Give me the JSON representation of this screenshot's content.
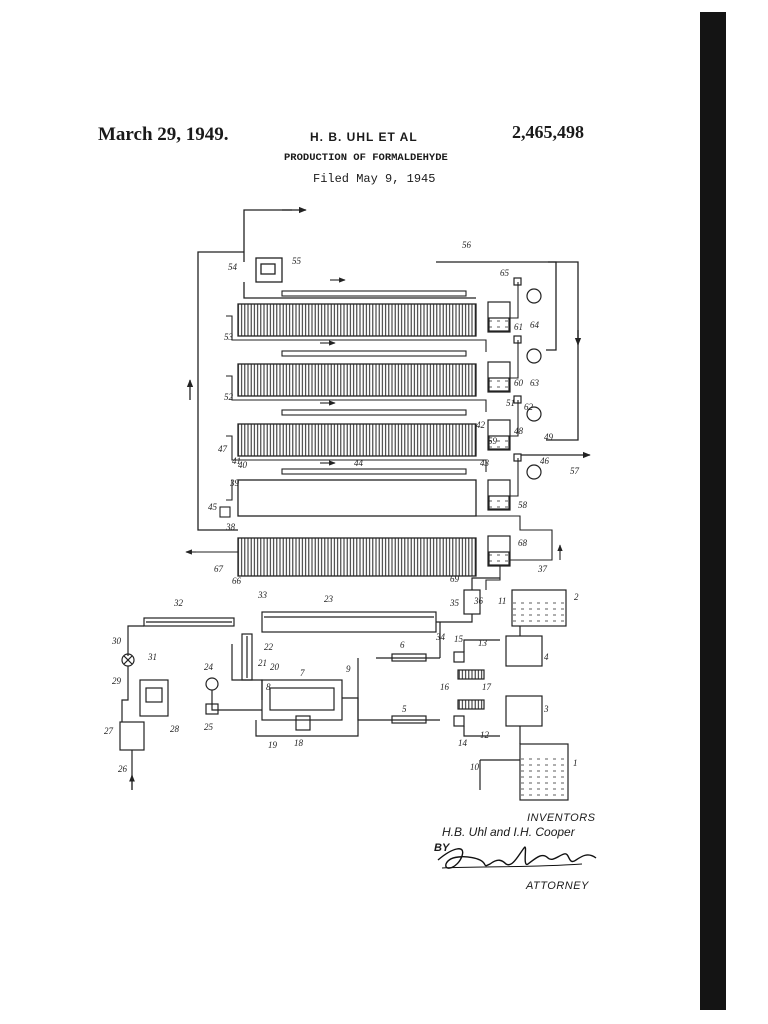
{
  "header": {
    "date": "March 29, 1949.",
    "inventors_short": "H. B. UHL ET AL",
    "patent_number": "2,465,498",
    "title": "PRODUCTION OF FORMALDEHYDE",
    "filed": "Filed May 9, 1945"
  },
  "footer": {
    "inventors_label": "INVENTORS",
    "inventors_names": "H.B. Uhl and I.H. Cooper",
    "by_label": "BY",
    "attorney_label": "ATTORNEY"
  },
  "reference_numerals": {
    "n1": "1",
    "n2": "2",
    "n3": "3",
    "n4": "4",
    "n5": "5",
    "n6": "6",
    "n7": "7",
    "n8": "8",
    "n9": "9",
    "n10": "10",
    "n11": "11",
    "n12": "12",
    "n13": "13",
    "n14": "14",
    "n15": "15",
    "n16": "16",
    "n17": "17",
    "n18": "18",
    "n19": "19",
    "n20": "20",
    "n21": "21",
    "n22": "22",
    "n23": "23",
    "n24": "24",
    "n25": "25",
    "n26": "26",
    "n27": "27",
    "n28": "28",
    "n29": "29",
    "n30": "30",
    "n31": "31",
    "n32": "32",
    "n33": "33",
    "n34": "34",
    "n35": "35",
    "n36": "36",
    "n37": "37",
    "n38": "38",
    "n39": "39",
    "n40": "40",
    "n41": "41",
    "n42": "42",
    "n43": "43",
    "n44": "44",
    "n45": "45",
    "n46": "46",
    "n47": "47",
    "n48": "48",
    "n49": "49",
    "n51": "51",
    "n52": "52",
    "n53": "53",
    "n54": "54",
    "n55": "55",
    "n56": "56",
    "n57": "57",
    "n58": "58",
    "n59": "59",
    "n60": "60",
    "n61": "61",
    "n62": "62",
    "n63": "63",
    "n64": "64",
    "n65": "65",
    "n66": "66",
    "n67": "67",
    "n68": "68",
    "n69": "69"
  }
}
